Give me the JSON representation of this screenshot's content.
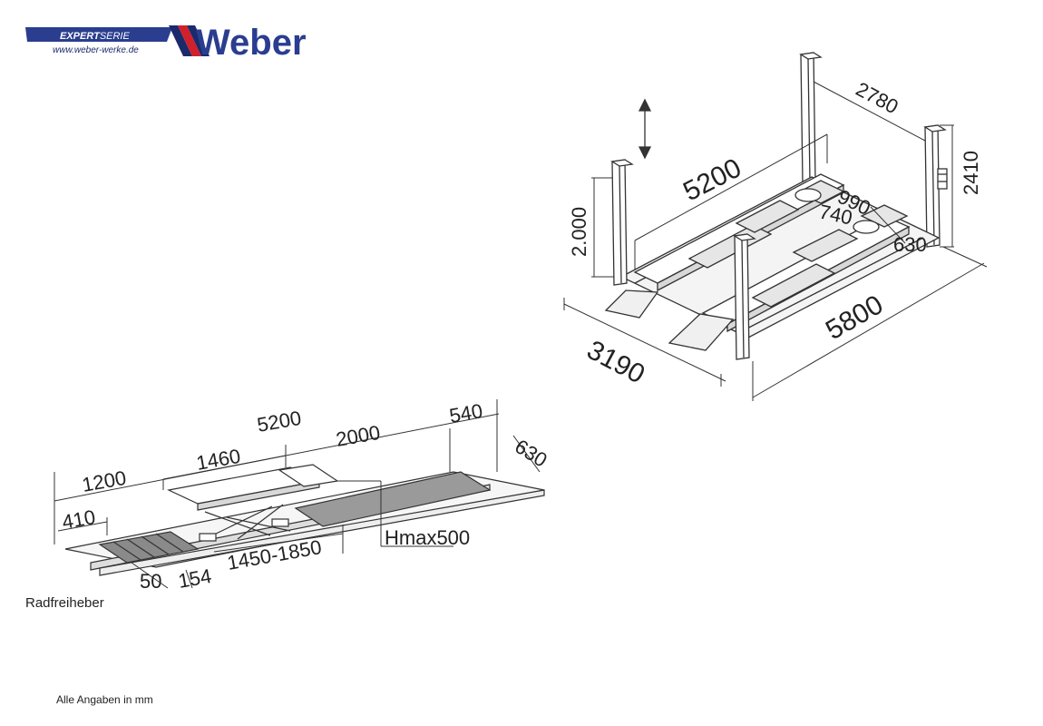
{
  "brand": {
    "series_bold": "EXPERT",
    "series_light": "SERIE",
    "url": "www.weber-werke.de",
    "name": "Weber",
    "colors": {
      "blue": "#2a3d8f",
      "red": "#d0202a",
      "dark": "#1b2a6b"
    }
  },
  "lift_dims": {
    "length_top": "5200",
    "width_top": "2780",
    "column_height": "2410",
    "lift_height": "2.000",
    "turntable_a": "990",
    "turntable_b": "740",
    "turntable_c": "630",
    "overall_length": "5800",
    "overall_width": "3190"
  },
  "side_dims": {
    "total": "5200",
    "section_2000": "2000",
    "section_540": "540",
    "ramp_630": "630",
    "section_1460": "1460",
    "section_1200": "1200",
    "section_410": "410",
    "jack_travel": "1450-1850",
    "gap_50": "50",
    "gap_154": "154",
    "hmax": "Hmax500"
  },
  "captions": {
    "side_view": "Radfreiheber",
    "units": "Alle Angaben in mm"
  }
}
